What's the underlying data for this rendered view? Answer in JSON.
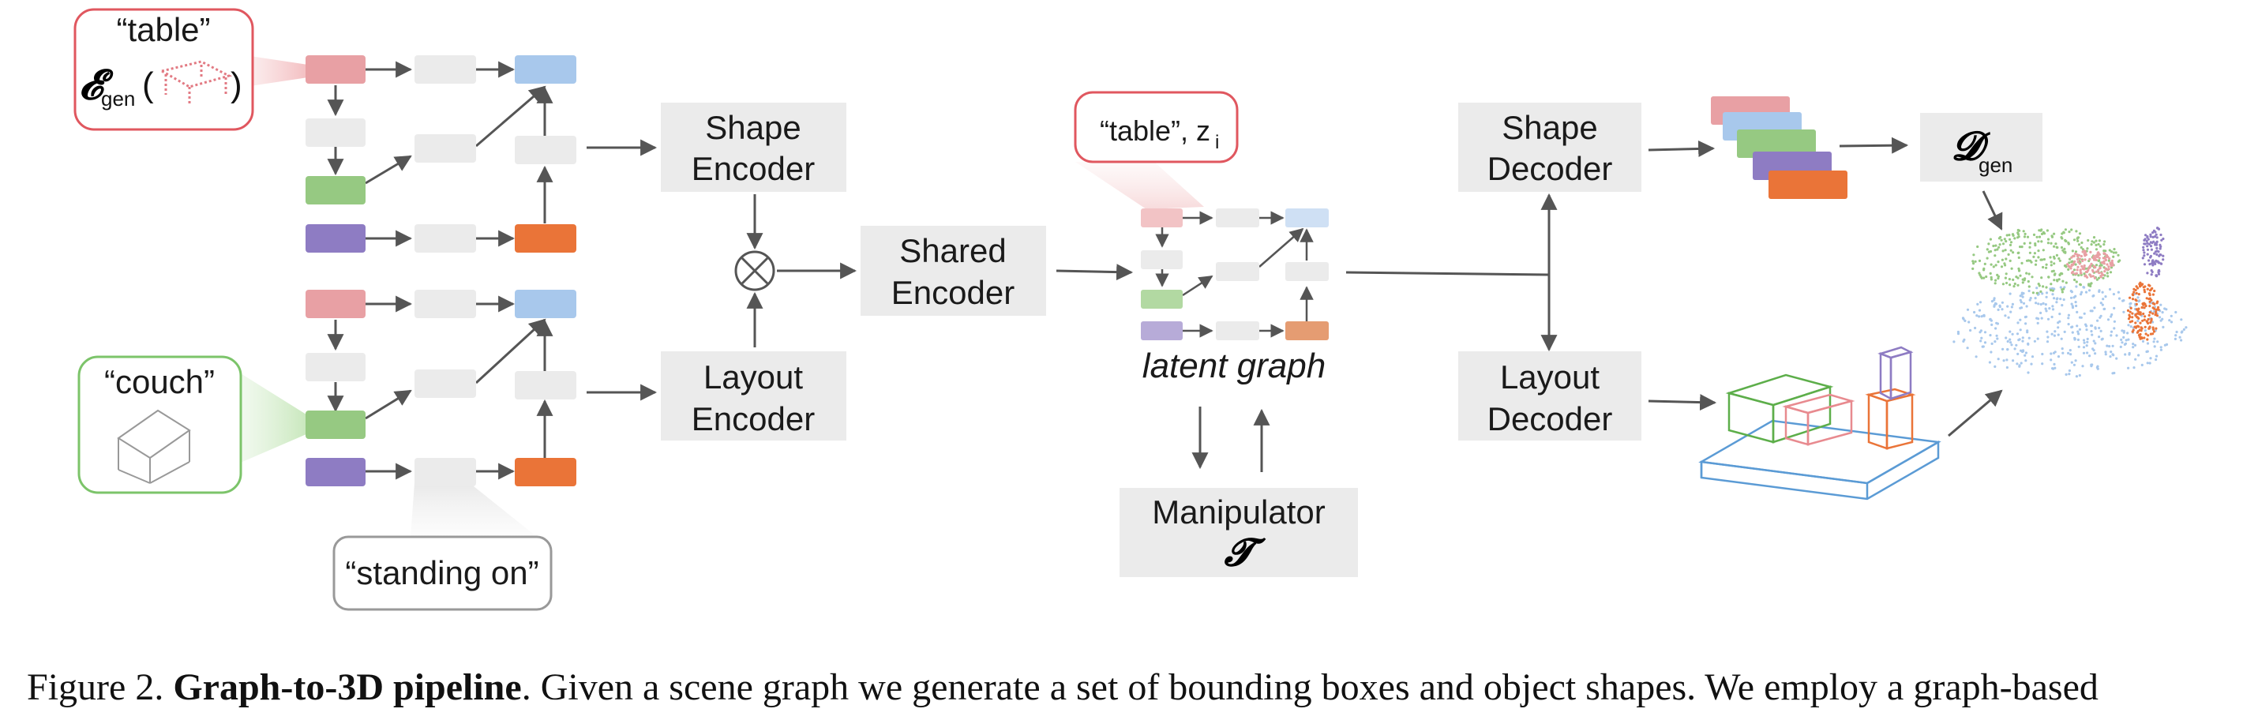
{
  "bubbles": {
    "table_label": "“table”",
    "couch_label": "“couch”",
    "standing_on_label": "“standing on”",
    "latent_label": "“table”, z",
    "latent_sub": "i",
    "egen_symbol": "𝓔",
    "egen_sub": "gen",
    "egen_open": "(",
    "egen_close": ")"
  },
  "blocks": {
    "shape_encoder": [
      "Shape",
      "Encoder"
    ],
    "layout_encoder": [
      "Layout",
      "Encoder"
    ],
    "shared_encoder": [
      "Shared",
      "Encoder"
    ],
    "shape_decoder": [
      "Shape",
      "Decoder"
    ],
    "layout_decoder": [
      "Layout",
      "Decoder"
    ],
    "manipulator": "Manipulator",
    "manipulator_symbol": "𝓣",
    "dgen_symbol": "𝓓",
    "dgen_sub": "gen",
    "product_symbol": "⊗"
  },
  "latent_graph_label": "latent graph",
  "caption": {
    "prefix": "Figure 2. ",
    "title": "Graph-to-3D pipeline",
    "text": ". Given a scene graph we generate a set of bounding boxes and object shapes. We employ a graph-based"
  },
  "colors": {
    "red": "#E8A0A4",
    "blue": "#A8C8EC",
    "green": "#96C982",
    "purple": "#8E7CC3",
    "orange": "#EA7438",
    "gray_node": "#EBEBEB",
    "block": "#EBEBEB",
    "arrow": "#555555",
    "table_bubble": "#E0575F",
    "couch_bubble": "#7CC46A"
  }
}
